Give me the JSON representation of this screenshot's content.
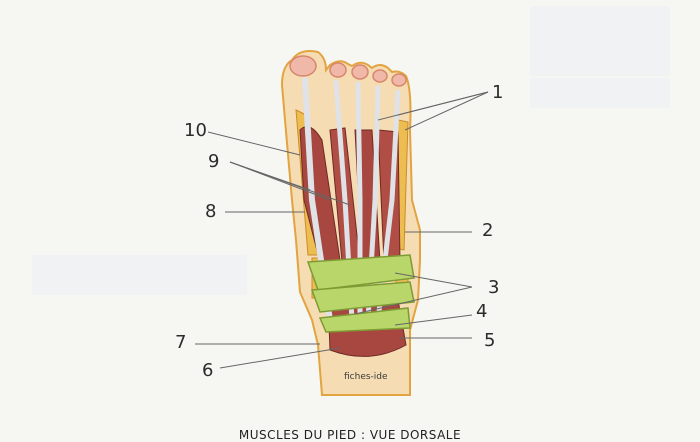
{
  "labels": {
    "l1": "1",
    "l2": "2",
    "l3": "3",
    "l4": "4",
    "l5": "5",
    "l6": "6",
    "l7": "7",
    "l8": "8",
    "l9": "9",
    "l10": "10"
  },
  "credit": "fiches-ide",
  "caption": "MUSCLES DU PIED : VUE DORSALE",
  "colors": {
    "background": "#f6f6f2",
    "skin": "#f6dcb2",
    "outline": "#e2a441",
    "muscle": "#a8473f",
    "tendon": "#dfe2e6",
    "retinaculum": "#b9d66a",
    "nail": "#f0b8a8",
    "bone": "#eebd52"
  }
}
